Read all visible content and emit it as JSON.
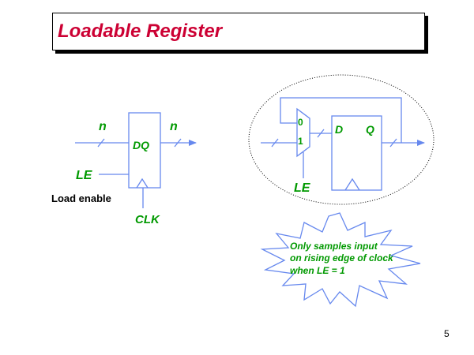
{
  "slide": {
    "title": "Loadable Register",
    "page_number": "5"
  },
  "left_register": {
    "input_width": "n",
    "output_width": "n",
    "dq_label": "DQ",
    "le_label": "LE",
    "le_description": "Load enable",
    "clk_label": "CLK"
  },
  "right_register": {
    "mux_input_0": "0",
    "mux_input_1": "1",
    "d_label": "D",
    "q_label": "Q",
    "le_label": "LE"
  },
  "callout": {
    "line1": "Only samples input",
    "line2": "on rising edge of clock",
    "line3": "when LE = 1"
  },
  "colors": {
    "title": "#cc0033",
    "wire": "#6688ee",
    "label": "#009900",
    "text": "#000000"
  }
}
